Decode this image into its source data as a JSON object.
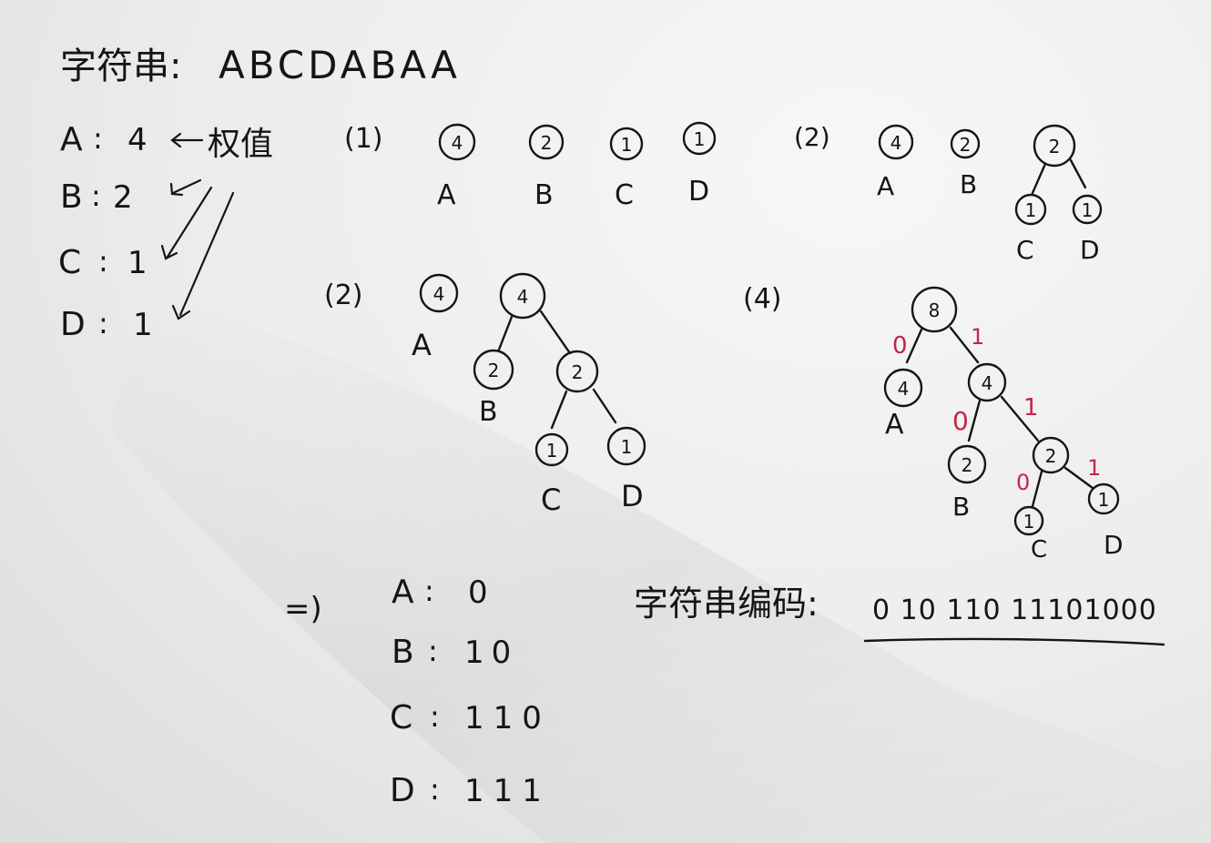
{
  "header": {
    "label": "字符串:",
    "string": "ABCDABAA"
  },
  "weights": {
    "items": [
      {
        "sym": "A",
        "sep": ":",
        "val": "4"
      },
      {
        "sym": "B",
        "sep": ":",
        "val": "2"
      },
      {
        "sym": "C",
        "sep": ":",
        "val": "1"
      },
      {
        "sym": "D",
        "sep": ":",
        "val": "1"
      }
    ],
    "annotation": "权值"
  },
  "steps": {
    "s1": {
      "label": "(1)",
      "nodes": [
        {
          "val": "4",
          "sym": "A"
        },
        {
          "val": "2",
          "sym": "B"
        },
        {
          "val": "1",
          "sym": "C"
        },
        {
          "val": "1",
          "sym": "D"
        }
      ]
    },
    "s2": {
      "label": "(2)",
      "A": {
        "val": "4",
        "sym": "A"
      },
      "B": {
        "val": "2",
        "sym": "B"
      },
      "root": "2",
      "C": {
        "val": "1",
        "sym": "C"
      },
      "D": {
        "val": "1",
        "sym": "D"
      }
    },
    "s3": {
      "label": "(2)",
      "A": {
        "val": "4",
        "sym": "A"
      },
      "root": "4",
      "B": {
        "val": "2",
        "sym": "B"
      },
      "mid": "2",
      "C": {
        "val": "1",
        "sym": "C"
      },
      "D": {
        "val": "1",
        "sym": "D"
      }
    },
    "s4": {
      "label": "(4)",
      "root": "8",
      "A": {
        "val": "4",
        "sym": "A"
      },
      "n4": "4",
      "B": {
        "val": "2",
        "sym": "B"
      },
      "n2": "2",
      "C": {
        "val": "1",
        "sym": "C"
      },
      "D": {
        "val": "1",
        "sym": "D"
      },
      "bits": [
        "0",
        "1",
        "0",
        "1",
        "0",
        "1"
      ]
    }
  },
  "codes": {
    "marker": "=)",
    "items": [
      {
        "sym": "A",
        "sep": ":",
        "code": "0"
      },
      {
        "sym": "B",
        "sep": ":",
        "code": "10"
      },
      {
        "sym": "C",
        "sep": ":",
        "code": "110"
      },
      {
        "sym": "D",
        "sep": ":",
        "code": "111"
      }
    ]
  },
  "encoding": {
    "label": "字符串编码:",
    "value": "0 10 110 11101000"
  },
  "colors": {
    "ink": "#151515",
    "red_ink": "#c0264a",
    "paper": "#ececec"
  }
}
